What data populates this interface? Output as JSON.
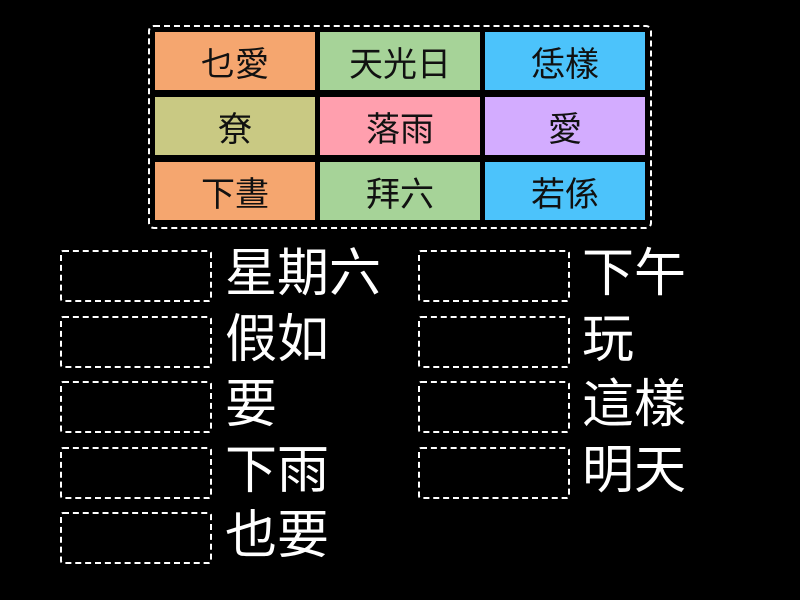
{
  "tiles": [
    {
      "text": "乜愛",
      "color": "#f5a66f"
    },
    {
      "text": "天光日",
      "color": "#a6d398"
    },
    {
      "text": "恁樣",
      "color": "#4cc3fb"
    },
    {
      "text": "尞",
      "color": "#c9c983"
    },
    {
      "text": "落雨",
      "color": "#ff9fae"
    },
    {
      "text": "愛",
      "color": "#d3acff"
    },
    {
      "text": "下晝",
      "color": "#f5a66f"
    },
    {
      "text": "拜六",
      "color": "#a6d398"
    },
    {
      "text": "若係",
      "color": "#4cc3fb"
    }
  ],
  "targets_left": [
    "星期六",
    "假如",
    "要",
    "下雨",
    "也要"
  ],
  "targets_right": [
    "下午",
    "玩",
    "這樣",
    "明天"
  ]
}
